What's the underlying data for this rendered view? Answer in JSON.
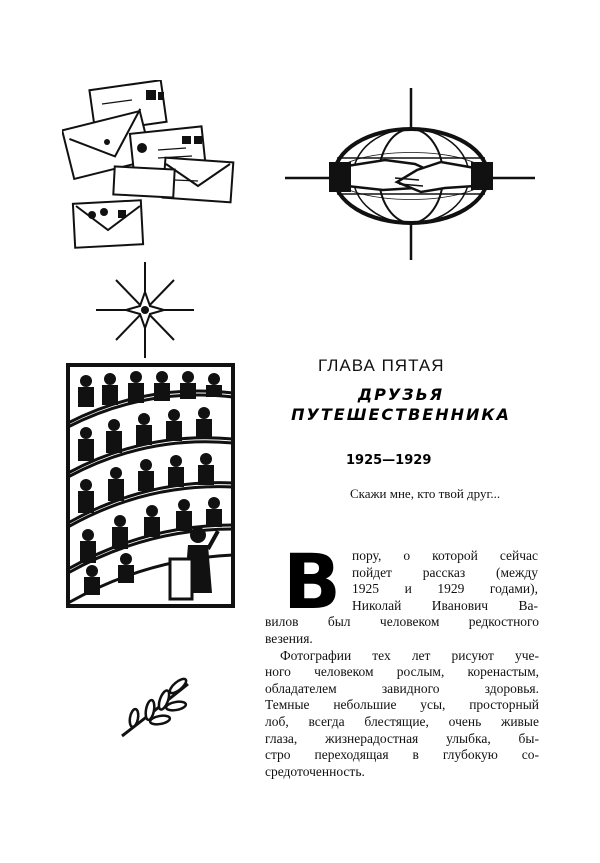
{
  "chapter": {
    "label": "ГЛАВА ПЯТАЯ",
    "title_line1": "ДРУЗЬЯ",
    "title_line2": "ПУТЕШЕСТВЕННИКА",
    "years": "1925—1929",
    "epigraph": "Скажи мне, кто твой друг..."
  },
  "body": {
    "dropcap": "В",
    "lines": [
      "пору, о которой сейчас",
      "пойдет рассказ (между",
      "1925 и 1929 годами),",
      "Николай Иванович Ва-",
      "вилов был человеком редкостного",
      "везения.",
      "Фотографии тех лет рисуют учe-",
      "ного человеком рослым, коренастым,",
      "обладателем завидного здоровья.",
      "Темные небольшие усы, просторный",
      "лоб, всегда блестящие, очень живые",
      "глаза, жизнерадостная улыбка, бы-",
      "стро переходящая в глубокую со-",
      "средоточенность."
    ]
  },
  "illustrations": {
    "envelopes": "envelopes-icon",
    "handshake": "handshake-globe-icon",
    "star": "compass-star-icon",
    "auditorium": "auditorium-speaker-icon",
    "branch": "laurel-branch-icon"
  }
}
